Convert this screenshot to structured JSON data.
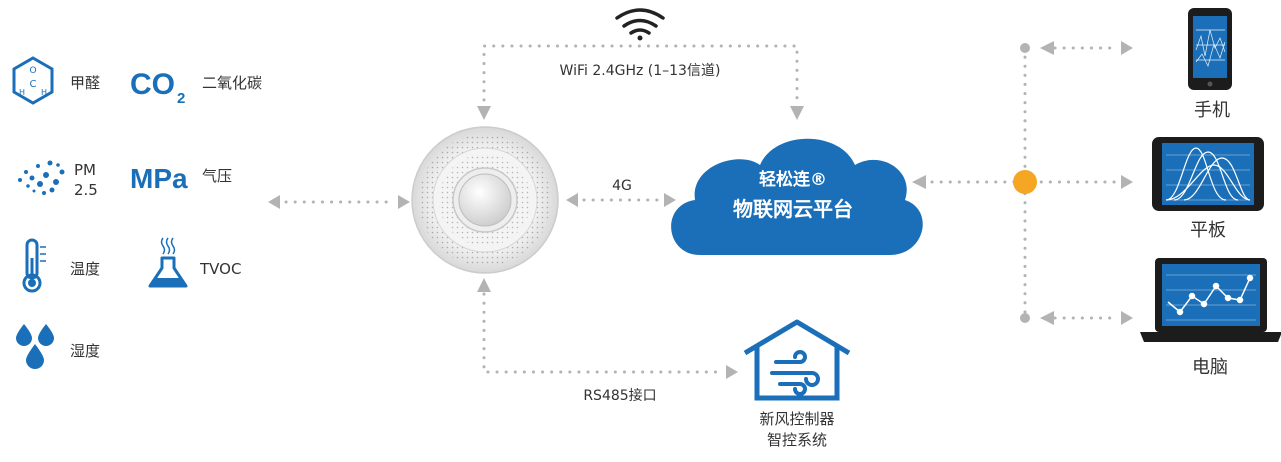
{
  "sensors": {
    "formaldehyde": "甲醛",
    "co2_symbol": "CO",
    "co2_sub": "2",
    "co2_label": "二氧化碳",
    "pm_line1": "PM",
    "pm_line2": "2.5",
    "mpa_symbol": "MPa",
    "pressure_label": "气压",
    "temperature": "温度",
    "tvoc": "TVOC",
    "humidity": "湿度",
    "formaldehyde_icon_letters": [
      "O",
      "C",
      "H",
      "H"
    ]
  },
  "links": {
    "wifi": "WiFi 2.4GHz (1–13信道)",
    "cellular": "4G",
    "rs485": "RS485接口"
  },
  "cloud": {
    "line1": "轻松连®",
    "line2": "物联网云平台"
  },
  "controller": {
    "line1": "新风控制器",
    "line2": "智控系统"
  },
  "devices": {
    "phone": "手机",
    "tablet": "平板",
    "computer": "电脑"
  },
  "colors": {
    "brand_blue": "#1a6fb8",
    "arrow_gray": "#b3b3b3",
    "hub_orange": "#f5a623"
  }
}
